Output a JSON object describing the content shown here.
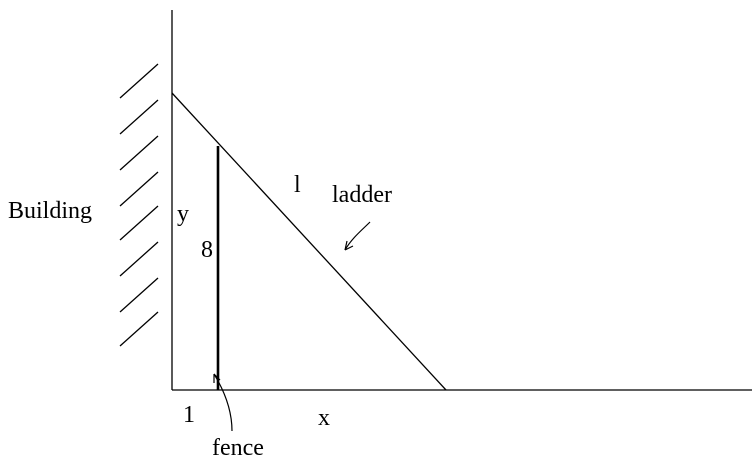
{
  "labels": {
    "building": "Building",
    "wall_height": "y",
    "fence_height": "8",
    "ladder_length": "l",
    "ladder": "ladder",
    "fence_distance": "1",
    "ground_distance": "x",
    "fence": "fence"
  },
  "colors": {
    "ink": "#000000",
    "background": "#ffffff"
  }
}
